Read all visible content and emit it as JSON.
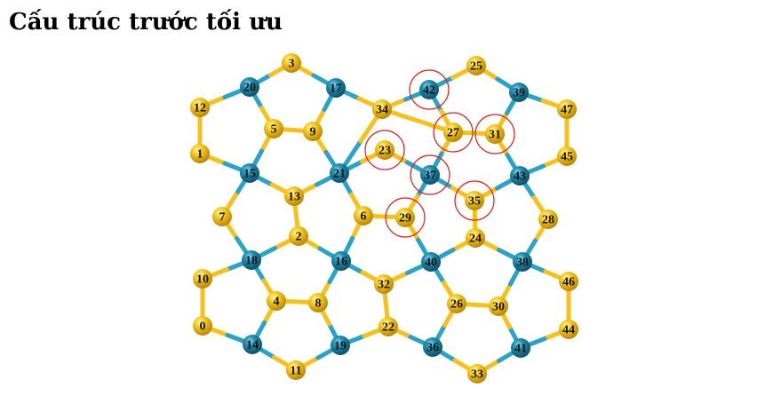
{
  "title": "Cấu trúc trước tối ưu",
  "colors": {
    "yellow_atom": "#f6c21a",
    "yellow_atom_dark": "#c99400",
    "blue_atom": "#1d87a8",
    "blue_atom_dark": "#0f5c74",
    "yellow_bond": "#f6c21a",
    "blue_bond": "#2aa3c9",
    "highlight_circle": "#e0201c"
  },
  "atoms": [
    {
      "id": "0",
      "type": "yellow"
    },
    {
      "id": "1",
      "type": "yellow"
    },
    {
      "id": "2",
      "type": "yellow"
    },
    {
      "id": "3",
      "type": "yellow"
    },
    {
      "id": "4",
      "type": "yellow"
    },
    {
      "id": "5",
      "type": "yellow"
    },
    {
      "id": "6",
      "type": "yellow"
    },
    {
      "id": "7",
      "type": "yellow"
    },
    {
      "id": "8",
      "type": "yellow"
    },
    {
      "id": "9",
      "type": "yellow"
    },
    {
      "id": "10",
      "type": "yellow"
    },
    {
      "id": "11",
      "type": "yellow"
    },
    {
      "id": "12",
      "type": "yellow"
    },
    {
      "id": "13",
      "type": "yellow"
    },
    {
      "id": "14",
      "type": "blue"
    },
    {
      "id": "15",
      "type": "blue"
    },
    {
      "id": "16",
      "type": "blue"
    },
    {
      "id": "17",
      "type": "blue"
    },
    {
      "id": "18",
      "type": "blue"
    },
    {
      "id": "19",
      "type": "blue"
    },
    {
      "id": "20",
      "type": "blue"
    },
    {
      "id": "21",
      "type": "blue"
    },
    {
      "id": "22",
      "type": "yellow"
    },
    {
      "id": "23",
      "type": "yellow",
      "highlighted": true
    },
    {
      "id": "24",
      "type": "yellow"
    },
    {
      "id": "25",
      "type": "yellow"
    },
    {
      "id": "26",
      "type": "yellow"
    },
    {
      "id": "27",
      "type": "yellow",
      "highlighted": true
    },
    {
      "id": "28",
      "type": "yellow"
    },
    {
      "id": "29",
      "type": "yellow",
      "highlighted": true
    },
    {
      "id": "30",
      "type": "yellow"
    },
    {
      "id": "31",
      "type": "yellow",
      "highlighted": true
    },
    {
      "id": "32",
      "type": "yellow"
    },
    {
      "id": "33",
      "type": "yellow"
    },
    {
      "id": "34",
      "type": "yellow"
    },
    {
      "id": "35",
      "type": "yellow",
      "highlighted": true
    },
    {
      "id": "36",
      "type": "blue"
    },
    {
      "id": "37",
      "type": "blue",
      "highlighted": true
    },
    {
      "id": "38",
      "type": "blue"
    },
    {
      "id": "39",
      "type": "blue"
    },
    {
      "id": "40",
      "type": "blue"
    },
    {
      "id": "41",
      "type": "blue"
    },
    {
      "id": "42",
      "type": "blue",
      "highlighted": true
    },
    {
      "id": "43",
      "type": "blue"
    },
    {
      "id": "44",
      "type": "yellow"
    },
    {
      "id": "45",
      "type": "yellow"
    },
    {
      "id": "46",
      "type": "yellow"
    },
    {
      "id": "47",
      "type": "yellow"
    }
  ],
  "bonds": [
    [
      "12",
      "1"
    ],
    [
      "12",
      "20"
    ],
    [
      "20",
      "3"
    ],
    [
      "3",
      "17"
    ],
    [
      "17",
      "34"
    ],
    [
      "34",
      "42"
    ],
    [
      "42",
      "25"
    ],
    [
      "25",
      "39"
    ],
    [
      "39",
      "47"
    ],
    [
      "47",
      "45"
    ],
    [
      "45",
      "43"
    ],
    [
      "20",
      "5"
    ],
    [
      "5",
      "9"
    ],
    [
      "9",
      "17"
    ],
    [
      "5",
      "15"
    ],
    [
      "9",
      "21"
    ],
    [
      "1",
      "15"
    ],
    [
      "15",
      "13"
    ],
    [
      "13",
      "21"
    ],
    [
      "21",
      "34"
    ],
    [
      "21",
      "23"
    ],
    [
      "21",
      "6"
    ],
    [
      "34",
      "27"
    ],
    [
      "42",
      "27"
    ],
    [
      "27",
      "31"
    ],
    [
      "31",
      "39"
    ],
    [
      "31",
      "43"
    ],
    [
      "23",
      "37"
    ],
    [
      "27",
      "37"
    ],
    [
      "37",
      "35"
    ],
    [
      "35",
      "43"
    ],
    [
      "37",
      "29"
    ],
    [
      "6",
      "29"
    ],
    [
      "15",
      "7"
    ],
    [
      "7",
      "18"
    ],
    [
      "13",
      "2"
    ],
    [
      "2",
      "18"
    ],
    [
      "2",
      "16"
    ],
    [
      "6",
      "16"
    ],
    [
      "29",
      "40"
    ],
    [
      "35",
      "24"
    ],
    [
      "24",
      "40"
    ],
    [
      "24",
      "38"
    ],
    [
      "43",
      "28"
    ],
    [
      "28",
      "38"
    ],
    [
      "18",
      "10"
    ],
    [
      "10",
      "0"
    ],
    [
      "0",
      "14"
    ],
    [
      "18",
      "4"
    ],
    [
      "4",
      "8"
    ],
    [
      "8",
      "16"
    ],
    [
      "16",
      "32"
    ],
    [
      "32",
      "40"
    ],
    [
      "40",
      "26"
    ],
    [
      "26",
      "30"
    ],
    [
      "30",
      "38"
    ],
    [
      "38",
      "46"
    ],
    [
      "46",
      "44"
    ],
    [
      "44",
      "41"
    ],
    [
      "14",
      "11"
    ],
    [
      "11",
      "19"
    ],
    [
      "19",
      "8"
    ],
    [
      "19",
      "22"
    ],
    [
      "32",
      "22"
    ],
    [
      "22",
      "36"
    ],
    [
      "36",
      "26"
    ],
    [
      "36",
      "33"
    ],
    [
      "33",
      "41"
    ],
    [
      "41",
      "30"
    ],
    [
      "4",
      "14"
    ]
  ]
}
